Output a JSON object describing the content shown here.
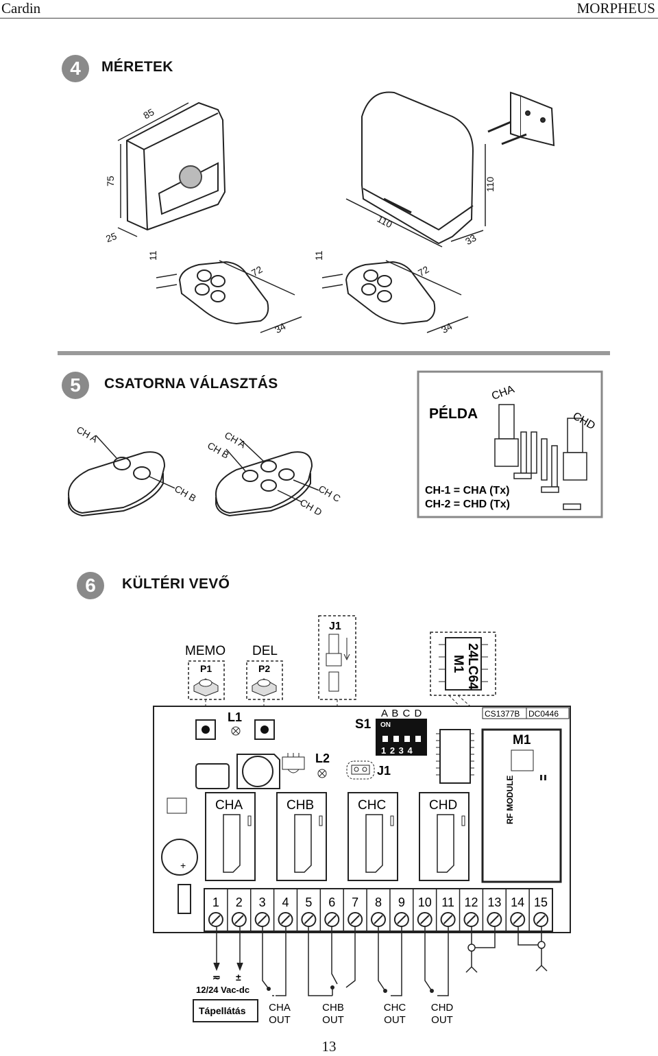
{
  "header": {
    "left": "Cardin",
    "right": "MORPHEUS"
  },
  "sections": {
    "s4": {
      "number": "4",
      "title": "MÉRETEK"
    },
    "s5": {
      "number": "5",
      "title": "CSATORNA VÁLASZTÁS"
    },
    "s6": {
      "number": "6",
      "title": "KÜLTÉRI VEVŐ"
    }
  },
  "dimensions": {
    "box1": {
      "depth": "85",
      "height": "75",
      "width": "25"
    },
    "box2": {
      "height": "110",
      "width": "110",
      "depth": "33"
    },
    "remote": {
      "thickness": "11",
      "length": "72",
      "width": "34"
    }
  },
  "channel_select": {
    "remote1": {
      "ch_a": "CH A",
      "ch_b": "CH B"
    },
    "remote2": {
      "ch_a": "CH A",
      "ch_b": "CH B",
      "ch_c": "CH C",
      "ch_d": "CH D"
    },
    "example": {
      "title": "PÉLDA",
      "cha": "CHA",
      "chd": "CHD",
      "line1": "CH-1 = CHA (Tx)",
      "line2": "CH-2 = CHD (Tx)"
    }
  },
  "board": {
    "memo": "MEMO",
    "del": "DEL",
    "p1": "P1",
    "p2": "P2",
    "j1": "J1",
    "l1": "L1",
    "l2": "L2",
    "s1": "S1",
    "dip_letters": "A B C D",
    "dip_on": "ON",
    "dip_numbers": "1 2 3 4",
    "chip_top": "24LC64",
    "chip_bottom": "M1",
    "code1": "CS1377B",
    "code2": "DC0446",
    "m1": "M1",
    "rf_module": "RF MODULE",
    "relays": [
      "CHA",
      "CHB",
      "CHC",
      "CHD"
    ],
    "terminals": [
      "1",
      "2",
      "3",
      "4",
      "5",
      "6",
      "7",
      "8",
      "9",
      "10",
      "11",
      "12",
      "13",
      "14",
      "15"
    ],
    "ac": "≂",
    "pm": "±",
    "supply_voltage": "12/24 Vac-dc",
    "supply_label": "Tápellátás",
    "outputs": [
      {
        "ch": "CHA",
        "out": "OUT"
      },
      {
        "ch": "CHB",
        "out": "OUT"
      },
      {
        "ch": "CHC",
        "out": "OUT"
      },
      {
        "ch": "CHD",
        "out": "OUT"
      }
    ]
  },
  "page_number": "13"
}
